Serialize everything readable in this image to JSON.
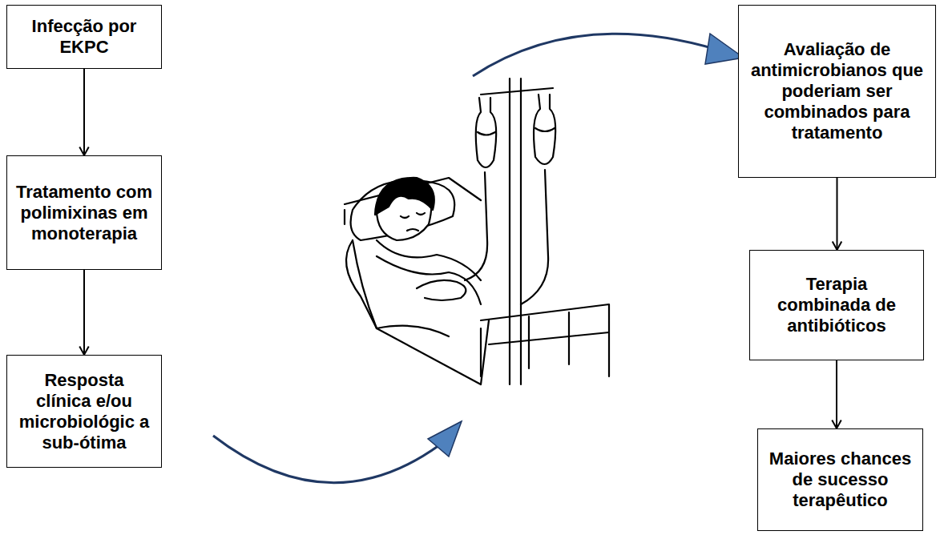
{
  "diagram": {
    "nodes": [
      {
        "text": [
          "Infecção por EKPC"
        ]
      },
      {
        "text": [
          "Tratamento com polimixinas em monoterapia"
        ]
      },
      {
        "text": [
          "Resposta clínica e/ou microbiológic a sub-ótima"
        ]
      },
      {
        "text": [
          "Avaliação de antimicrobianos que poderiam ser combinados para tratamento"
        ]
      },
      {
        "text": [
          "Terapia combinada de antibióticos"
        ]
      },
      {
        "text": [
          "Maiores chances de sucesso terapêutico"
        ]
      }
    ],
    "edges": [
      {
        "from": 0,
        "to": 1,
        "arrow": "to"
      },
      {
        "from": 1,
        "to": 2,
        "arrow": "to"
      },
      {
        "from": 3,
        "to": 4,
        "arrow": "to"
      },
      {
        "from": 4,
        "to": 5,
        "arrow": "to"
      }
    ]
  }
}
